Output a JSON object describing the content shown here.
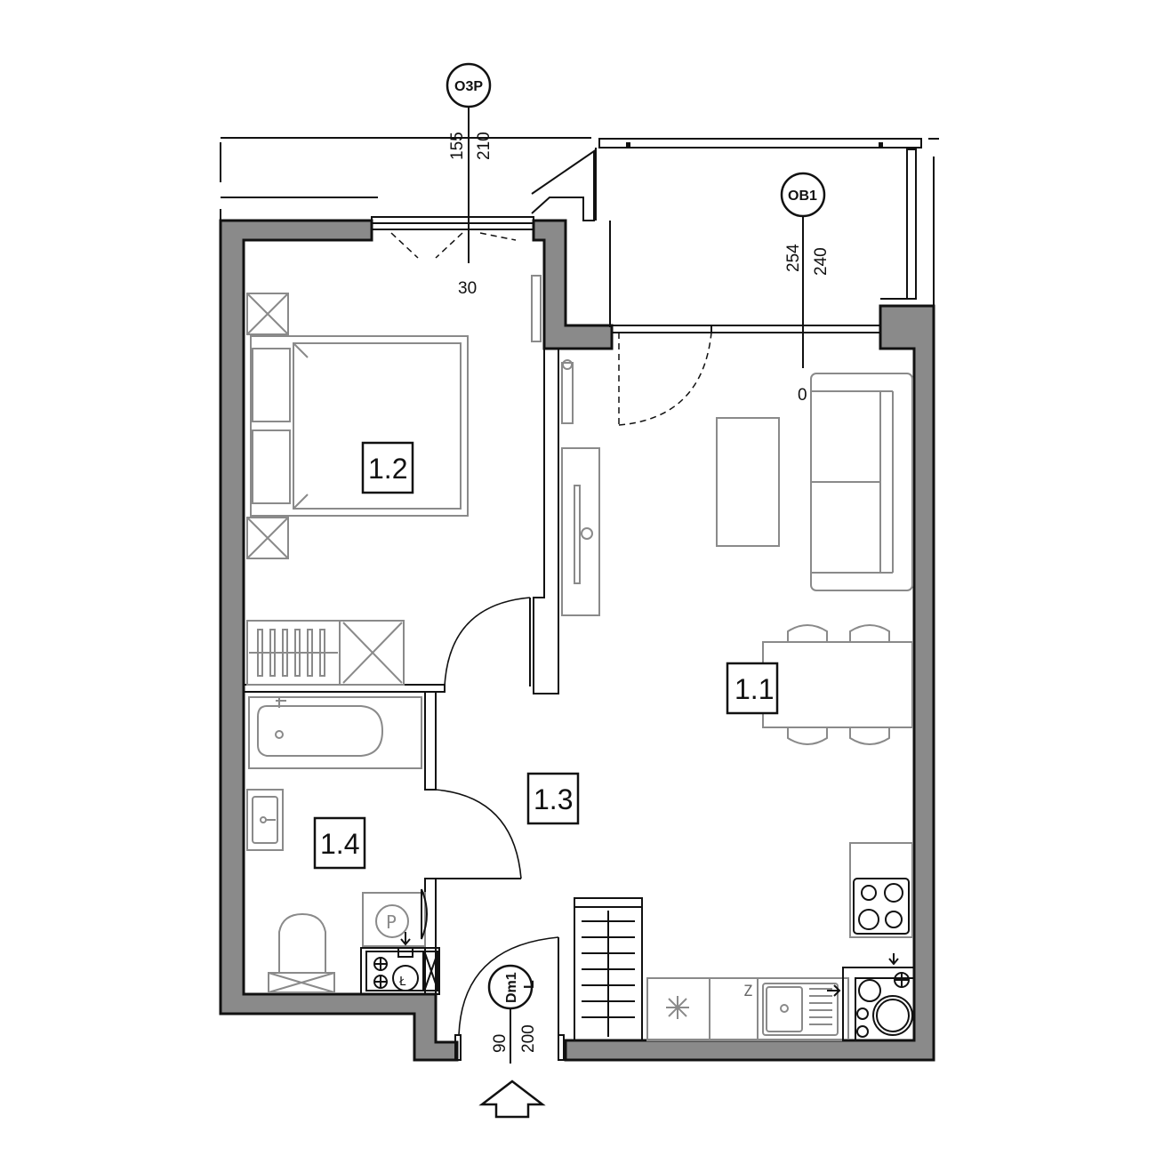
{
  "rooms": {
    "r11": "1.1",
    "r12": "1.2",
    "r13": "1.3",
    "r14": "1.4"
  },
  "tags": {
    "o3p": "O3P",
    "ob1": "OB1",
    "dm1": "Dm1",
    "dm1_side": "L"
  },
  "dims": {
    "o3p_a": "155",
    "o3p_b": "210",
    "o3p_sill": "30",
    "ob1_a": "254",
    "ob1_b": "240",
    "ob1_sill": "0",
    "dm1_a": "90",
    "dm1_b": "200"
  },
  "symbols": {
    "pump": "P",
    "sink_mark": "Z",
    "meter": "Ł"
  },
  "colors": {
    "wall_fill": "#8a8a8a",
    "line": "#111111",
    "furniture": "#8a8a8a"
  }
}
